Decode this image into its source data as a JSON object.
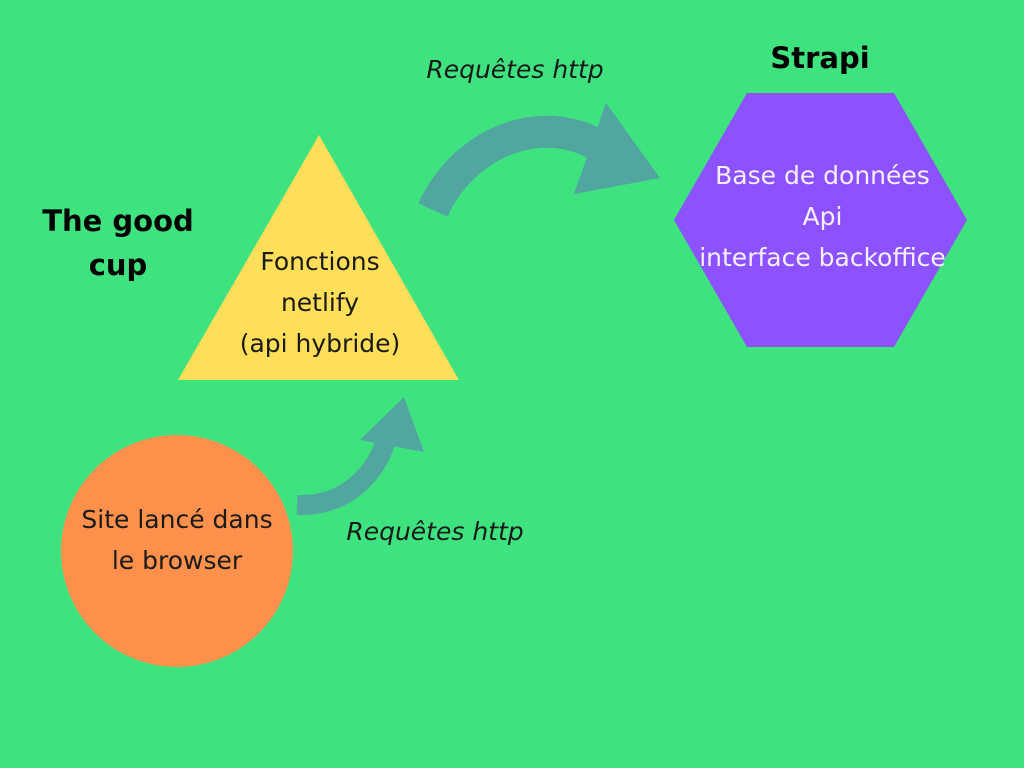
{
  "nodes": {
    "client": {
      "title": "The good\ncup",
      "shape_label": "Site lancé dans\nle browser",
      "color": "#ff914d"
    },
    "middle": {
      "shape_label": "Fonctions\nnetlify\n(api hybride)",
      "color": "#ffde59"
    },
    "server": {
      "title": "Strapi",
      "shape_label": "Base de données\nApi\ninterface backoffice",
      "color": "#8c52ff"
    }
  },
  "edges": [
    {
      "from": "client",
      "to": "middle",
      "label": "Requêtes http"
    },
    {
      "from": "middle",
      "to": "server",
      "label": "Requêtes http"
    }
  ],
  "colors": {
    "background": "#3ee37f",
    "arrow": "#52a6a0"
  }
}
